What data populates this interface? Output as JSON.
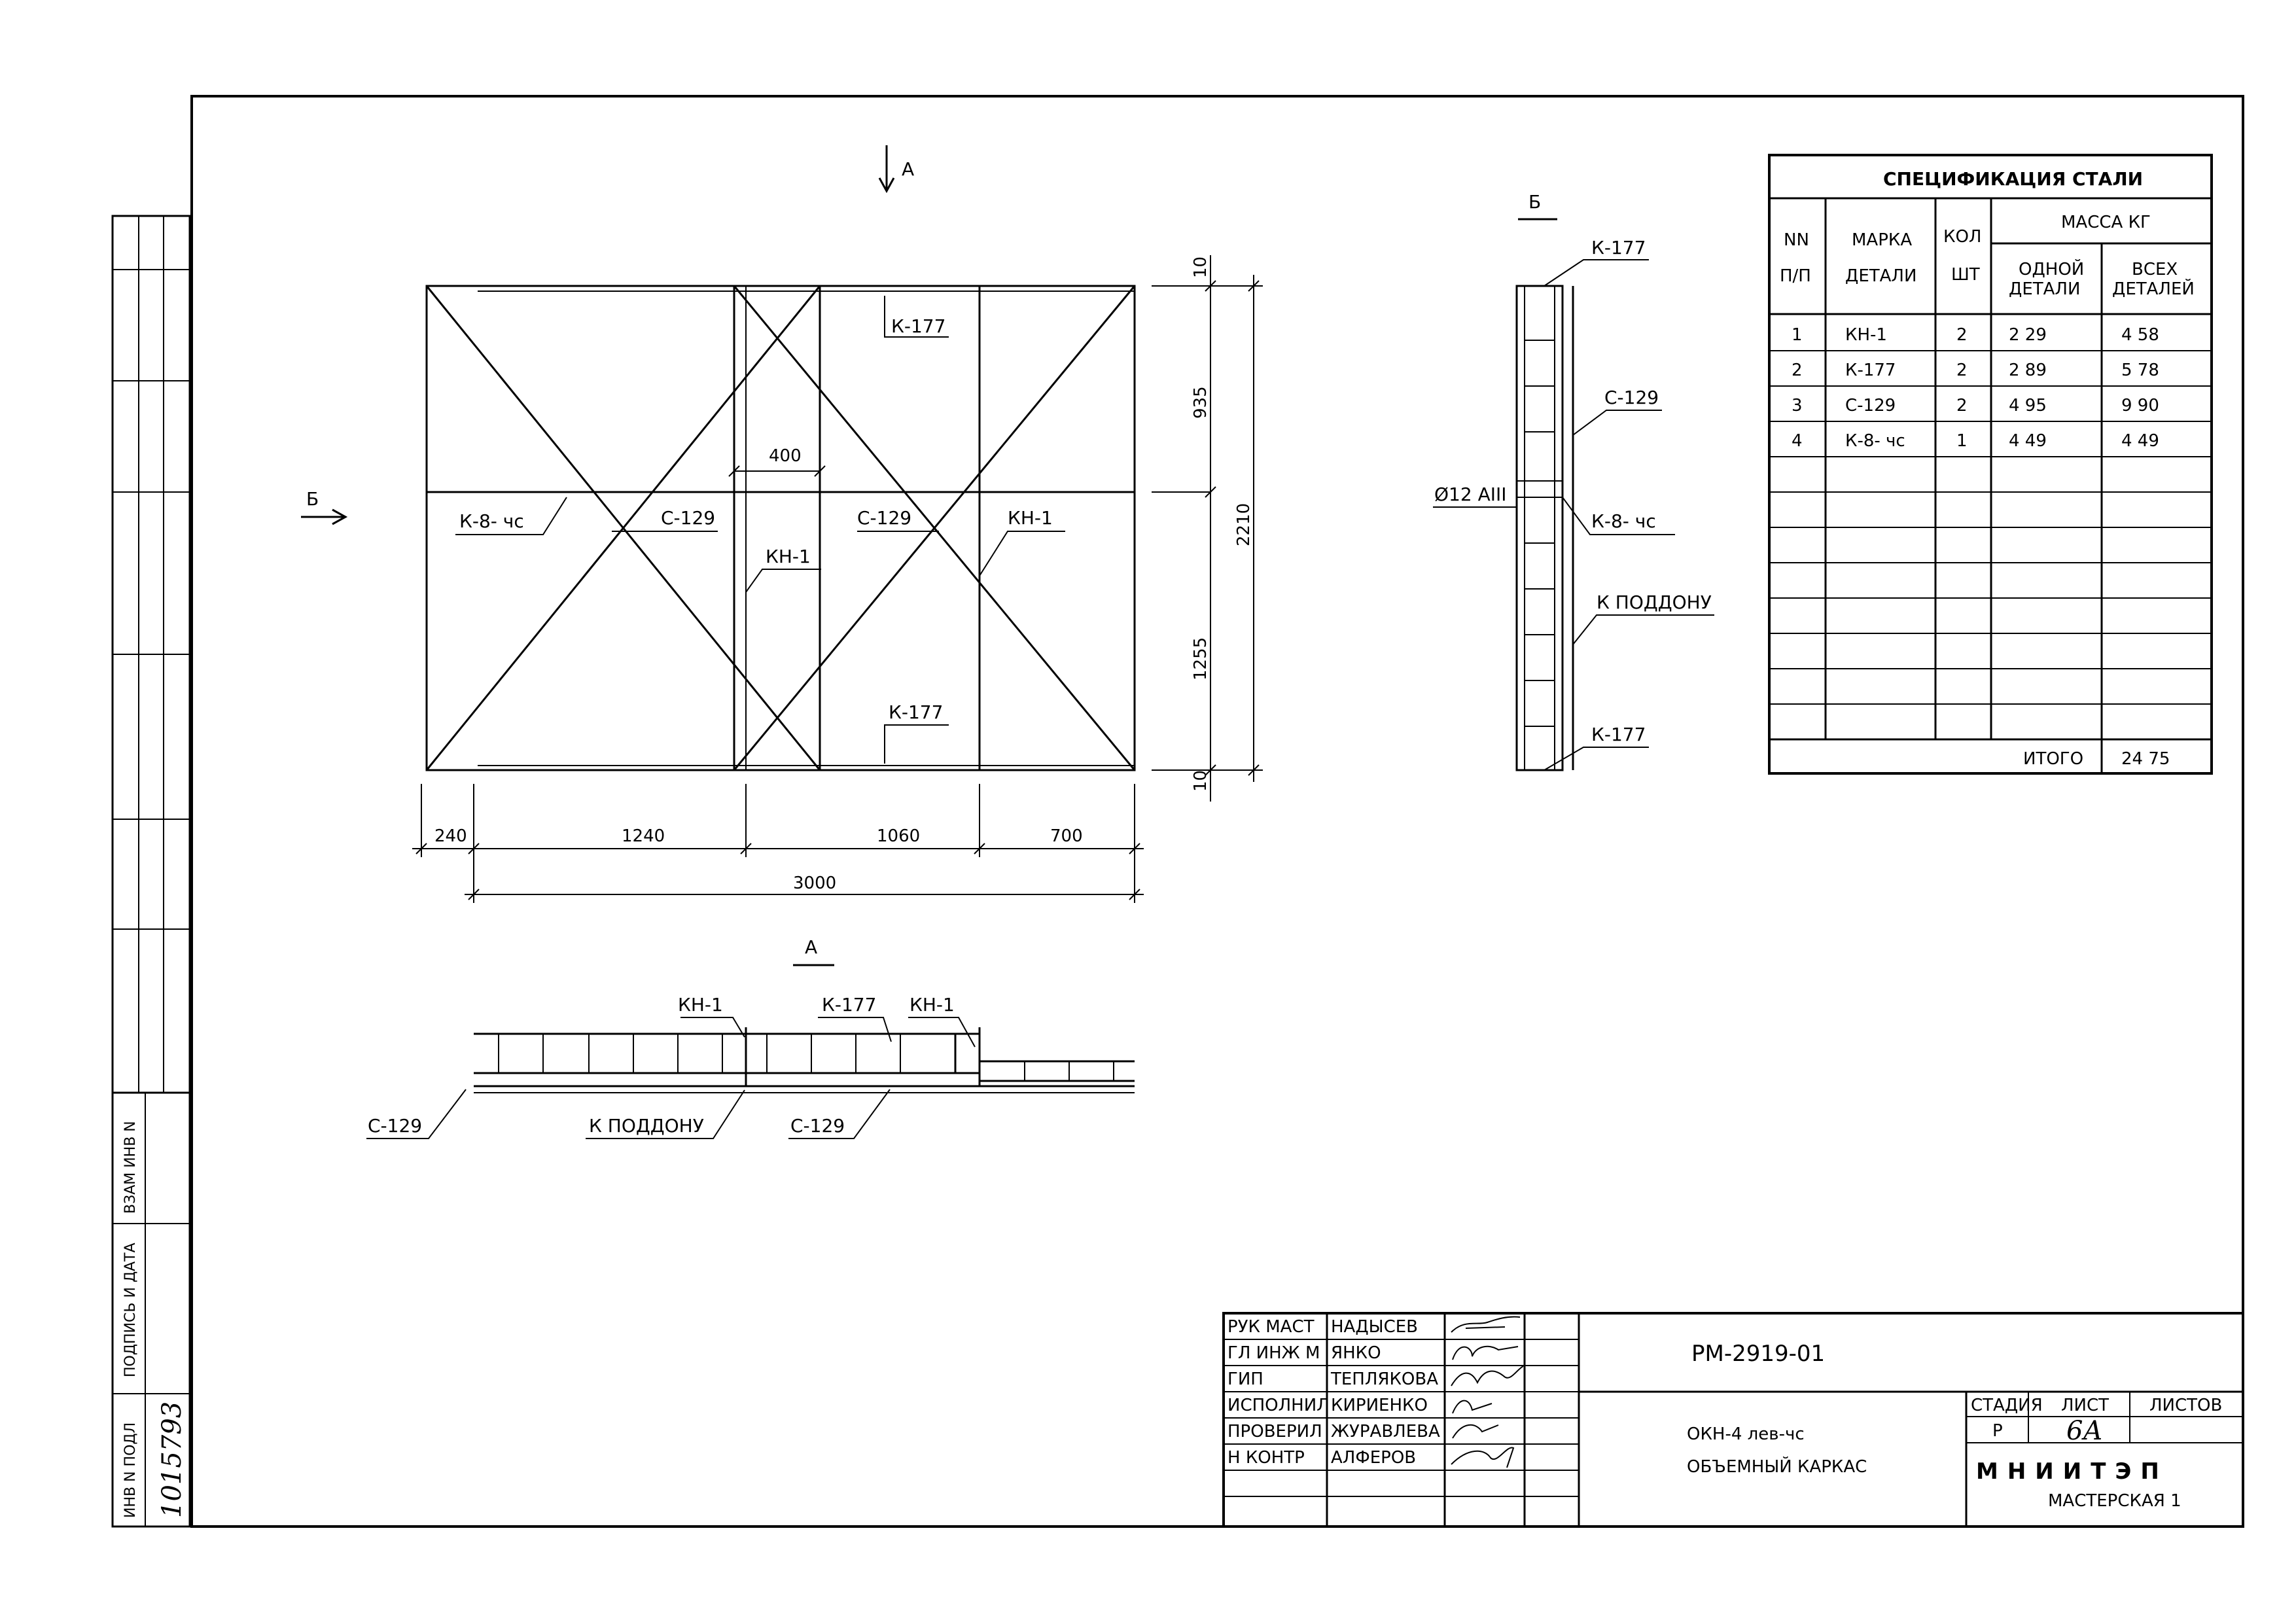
{
  "views": {
    "section_a_marker": "А",
    "section_b_marker": "Б",
    "section_a_title": "А",
    "section_b_title": "Б"
  },
  "front": {
    "k177_top": "К-177",
    "k177_bottom": "К-177",
    "k8": "К-8- чс",
    "c129_left": "С-129",
    "c129_right": "С-129",
    "kn1_middle": "КН-1",
    "kn1_right": "КН-1",
    "dim_400": "400",
    "dim_10_top": "10",
    "dim_935": "935",
    "dim_2210": "2210",
    "dim_1255": "1255",
    "dim_10_bottom": "10",
    "dim_240": "240",
    "dim_1240": "1240",
    "dim_1060": "1060",
    "dim_700": "700",
    "dim_3000": "3000"
  },
  "side": {
    "k177_top": "К-177",
    "c129": "С-129",
    "diameter": "Ø12 АIII",
    "k8": "К-8- чс",
    "k_poddonu": "К ПОДДОНУ",
    "k177_bottom": "К-177"
  },
  "plan": {
    "kn1_left": "КН-1",
    "k177": "К-177",
    "kn1_right": "КН-1",
    "c129_left": "С-129",
    "k_poddonu": "К ПОДДОНУ",
    "c129_right": "С-129"
  },
  "spec": {
    "title": "СПЕЦИФИКАЦИЯ СТАЛИ",
    "col_nn": "NN",
    "col_pp": "П/П",
    "col_marka": "МАРКА",
    "col_detali": "ДЕТАЛИ",
    "col_kol": "КОЛ",
    "col_sht": "ШТ",
    "col_massa": "МАССА КГ",
    "col_odnoi_1": "ОДНОЙ",
    "col_odnoi_2": "ДЕТАЛИ",
    "col_vseh_1": "ВСЕХ",
    "col_vseh_2": "ДЕТАЛЕЙ",
    "rows": [
      {
        "n": "1",
        "mark": "КН-1",
        "qty": "2",
        "one": "2 29",
        "all": "4 58"
      },
      {
        "n": "2",
        "mark": "К-177",
        "qty": "2",
        "one": "2 89",
        "all": "5 78"
      },
      {
        "n": "3",
        "mark": "С-129",
        "qty": "2",
        "one": "4 95",
        "all": "9 90"
      },
      {
        "n": "4",
        "mark": "К-8- чс",
        "qty": "1",
        "one": "4 49",
        "all": "4 49"
      }
    ],
    "total_label": "ИТОГО",
    "total_value": "24 75"
  },
  "stamp": {
    "roles": [
      "РУК МАСТ",
      "ГЛ ИНЖ М",
      "ГИП",
      "ИСПОЛНИЛ",
      "ПРОВЕРИЛ",
      "Н КОНТР"
    ],
    "names": [
      "НАДЫСЕВ",
      "ЯНКО",
      "ТЕПЛЯКОВА",
      "КИРИЕНКО",
      "ЖУРАВЛЕВА",
      "АЛФЕРОВ"
    ],
    "doc_code": "РМ-2919-01",
    "product": "ОКН-4 лев-чс",
    "title": "ОБЪЕМНЫЙ КАРКАС",
    "stage_label": "СТАДИЯ",
    "sheet_label": "ЛИСТ",
    "sheets_label": "ЛИСТОВ",
    "stage": "Р",
    "sheet": "6А",
    "org": "МНИИТЭП",
    "workshop": "МАСТЕРСКАЯ 1"
  },
  "sidebar": {
    "inv_podl": "ИНВ N ПОДЛ",
    "podpis": "ПОДПИСЬ И ДАТА",
    "vzam": "ВЗАМ ИНВ N",
    "inv_number": "1015793"
  }
}
